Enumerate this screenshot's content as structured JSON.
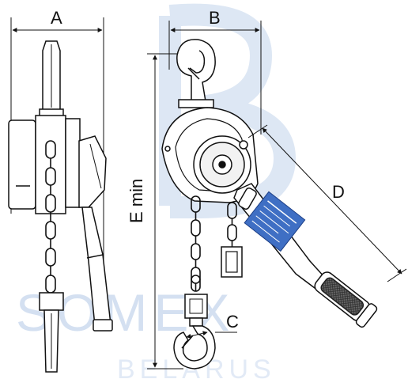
{
  "dimensions": {
    "a_label": "A",
    "b_label": "B",
    "c_label": "C",
    "d_label": "D",
    "e_label": "E min"
  },
  "watermark": {
    "text": "SOMEX",
    "subtext": "BELARUS"
  },
  "colors": {
    "line": "#111111",
    "label_plate": "#3f6fc4",
    "watermark": "#d4e0f1",
    "grip": "#5a5a5a"
  }
}
